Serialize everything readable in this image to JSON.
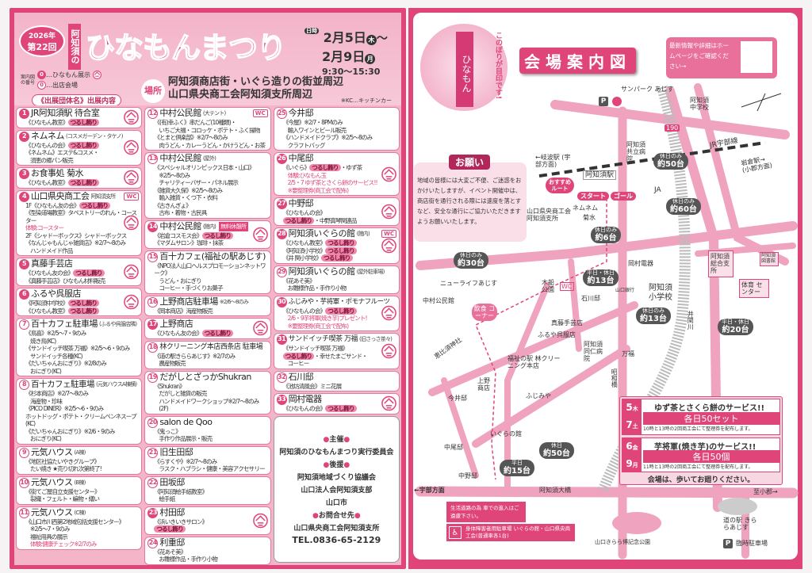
{
  "header": {
    "edition_year": "2026年",
    "edition": "第22回",
    "place_prefix": "阿知須の",
    "title": "ひなもんまつり",
    "date_label": "日時",
    "date_line1": "2月5日",
    "dow1": "木",
    "tilde": "～",
    "date_line2": "2月9日",
    "dow2": "月",
    "time": "9:30～15:30",
    "venue_label": "場所",
    "venue1": "阿知須商店街・いぐら造りの街並周辺",
    "venue2": "山口県央商工会阿知須支所周辺",
    "kc_note": "※KC…キッチンカー",
    "legend_label": "案内図の番号",
    "legend_num": "0",
    "legend_exhibit": "…ひなもん展示",
    "legend_shop": "…出店会場",
    "list_heading": "《出展団体名》出展内容"
  },
  "tag": "つるし飾り",
  "columns": [
    [
      {
        "num": "1",
        "name": "JR阿知須駅 待合室",
        "hina": true,
        "lines": [
          {
            "text": "《ひなもん教室》",
            "tag": "つるし飾り"
          }
        ]
      },
      {
        "num": "2",
        "name": "ネムネム",
        "sub": "(コスメガーデン・タケノ)",
        "hina": true,
        "lines": [
          {
            "text": "《ひなもんの会》",
            "tag": "つるし飾り"
          },
          {
            "text": "《ネムネム》エステ&コスメ・"
          },
          {
            "text": "須恵の郷パン販売",
            "ind": true
          }
        ]
      },
      {
        "num": "3",
        "name": "お食事処 菊水",
        "hina": true,
        "lines": [
          {
            "text": "《ひなもん教室》",
            "tag": "つるし飾り"
          }
        ]
      },
      {
        "num": "4",
        "name": "山口県央商工会",
        "sub": "阿知須支所",
        "wc": "WC",
        "hina": true,
        "lines": [
          {
            "text": "1F《ひなもん友の会》",
            "tag": "つるし飾り"
          },
          {
            "text": "《型染道場教室》タペストリーのれん・コースター"
          },
          {
            "text": "体験:コースター",
            "red": true
          },
          {
            "text": "2F《シャドーボックス》シャドーボックス"
          },
          {
            "text": "《なんじゃもんじゃ雑貨店》※2/7～8のみ"
          },
          {
            "text": "ハンドメイド作品",
            "ind": true
          }
        ]
      },
      {
        "num": "5",
        "name": "真藤手芸店",
        "hina": true,
        "lines": [
          {
            "text": "《ひなもん友の会》",
            "tag": "つるし飾り"
          },
          {
            "text": "《真藤手芸店》ひなもん材料販売"
          }
        ]
      },
      {
        "num": "6",
        "name": "ふるや呉服店",
        "hina": true,
        "lines": [
          {
            "text": "《阿知須中学校》",
            "tag": "つるし飾り"
          },
          {
            "text": "《ひなもん教室》",
            "tag": "つるし飾り"
          }
        ]
      },
      {
        "num": "7",
        "name": "百十カフェ駐車場",
        "sub": "(ふるや呉服店隣)",
        "lines": [
          {
            "text": "《鳥喜》※2/5～7・9のみ"
          },
          {
            "text": "焼き鳥(KC)",
            "ind": true
          },
          {
            "text": "《サンドイッチ喫茶 万福》※2/5～6・9のみ"
          },
          {
            "text": "サンドイッチ各種(KC)",
            "ind": true
          },
          {
            "text": "《だいちゃんおにぎり》※2/8のみ"
          },
          {
            "text": "おにぎり(KC)",
            "ind": true
          }
        ]
      },
      {
        "num": "8",
        "name": "百十カフェ駐車場",
        "sub": "(元気ハウスA棟横)",
        "lines": [
          {
            "text": "《杉本商店》※2/7～8のみ"
          },
          {
            "text": "海産物・珍味",
            "ind": true
          },
          {
            "text": "《PICO DINER》※2/5～6・9のみ"
          },
          {
            "text": "ホットドッグ・ポテト・クリームペンネスープ(KC)"
          },
          {
            "text": "《だいちゃんおにぎり》※2/6・9のみ"
          },
          {
            "text": "おにぎり(KC)",
            "ind": true
          }
        ]
      },
      {
        "num": "9",
        "name": "元気ハウス",
        "sub": "(A棟)",
        "lines": [
          {
            "text": "《地区社協たいやきグループ》"
          },
          {
            "text": "たい焼き ★売り切れ次第終了!",
            "ind": true
          }
        ]
      },
      {
        "num": "10",
        "name": "元気ハウス",
        "sub": "(B棟)",
        "lines": [
          {
            "text": "《街てご屋自立支援センター》"
          },
          {
            "text": "裂織・フェルト・編物・繕い",
            "ind": true
          }
        ]
      },
      {
        "num": "11",
        "name": "元気ハウス",
        "sub": "(C棟)",
        "lines": [
          {
            "text": "《山口市川西第2地域包括支援センター》"
          },
          {
            "text": "※2/5～7・9のみ",
            "ind": true
          },
          {
            "text": "福祉用具の展示",
            "ind": true
          },
          {
            "text": "体験:健康チェック※2/7のみ",
            "red": true,
            "ind": true
          }
        ]
      }
    ],
    [
      {
        "num": "12",
        "name": "中村公民館",
        "sub": "(大テント)",
        "wc": "WC",
        "lines": [
          {
            "text": "《(有)幸ふく》串だんご(10種類)・"
          },
          {
            "text": "いちご大福・コロッケ・ポテト・ふく揚物",
            "ind": true
          },
          {
            "text": "《とまと倶楽部》※2/7～8のみ"
          },
          {
            "text": "肉うどん・カレーうどん・かけうどん・お茶",
            "ind": true
          }
        ]
      },
      {
        "num": "13",
        "name": "中村公民館",
        "sub": "(屋外)",
        "lines": [
          {
            "text": "《スペシャルオリンピックス日本・山口》"
          },
          {
            "text": "※2/5～8のみ",
            "ind": true
          },
          {
            "text": "チャリティーバザー・パネル展示",
            "ind": true
          },
          {
            "text": "《雑貨大久保》※2/5～8のみ"
          },
          {
            "text": "輸入雑貨・くつ下・衣料",
            "ind": true
          },
          {
            "text": "《古きんぎょ》"
          },
          {
            "text": "古布・着物・古民具",
            "ind": true
          }
        ]
      },
      {
        "num": "14",
        "name": "中村公民館",
        "sub": "(館内)",
        "badge": "無料休憩所",
        "hina": true,
        "lines": [
          {
            "text": "《岩倉コスモス会》",
            "tag": "つるし飾り"
          },
          {
            "text": "《マダムサロン》珈琲・抹茶"
          }
        ]
      },
      {
        "num": "15",
        "name": "百十カフェ(福祉の駅あじす)",
        "lines": [
          {
            "text": "《NPO法人山口ヘルスプロモーションネットワーク》"
          },
          {
            "text": "うどん・おにぎり",
            "ind": true
          },
          {
            "text": "コーヒー・手づくりお菓子",
            "ind": true
          }
        ]
      },
      {
        "num": "16",
        "name": "上野商店駐車場",
        "sub": "※2/6～8のみ",
        "lines": [
          {
            "text": "《岡本商店》海産物販売"
          }
        ]
      },
      {
        "num": "17",
        "name": "上野商店",
        "hina": true,
        "lines": [
          {
            "text": "《ひなもん友の会》",
            "tag": "つるし飾り"
          }
        ]
      },
      {
        "num": "18",
        "name": "林クリーニング本店西条店 駐車場",
        "lines": [
          {
            "text": "《道の駅きららあじす》※2/7のみ"
          },
          {
            "text": "農産物販売",
            "ind": true
          }
        ]
      },
      {
        "num": "19",
        "name": "だがしとざっかShukran",
        "lines": [
          {
            "text": "《Shukran》"
          },
          {
            "text": "だがしと雑貨の販売",
            "ind": true
          },
          {
            "text": "ハンドメイドワークショップ※2/7～8のみ(2F)",
            "ind": true
          }
        ]
      },
      {
        "num": "20",
        "name": "salon de Qoo",
        "lines": [
          {
            "text": "《鬼っこ》"
          },
          {
            "text": "手作り作品展示・販売",
            "ind": true
          }
        ]
      },
      {
        "num": "21",
        "name": "旧生田邸",
        "lines": [
          {
            "text": "《らすくや》※2/7～8のみ"
          },
          {
            "text": "ラスク・ハブラシ・健康・美容アクセサリー",
            "ind": true
          }
        ]
      },
      {
        "num": "22",
        "name": "田坂邸",
        "lines": [
          {
            "text": "《阿知須絵手紙教室》"
          },
          {
            "text": "絵手紙",
            "ind": true
          }
        ]
      },
      {
        "num": "23",
        "name": "村田邸",
        "hina": true,
        "lines": [
          {
            "text": "《浜いきいきサロン》"
          },
          {
            "text": "",
            "tag": "つるし飾り"
          }
        ]
      },
      {
        "num": "24",
        "name": "利重邸",
        "lines": [
          {
            "text": "《花あそ美》"
          },
          {
            "text": "お雛様作品・手作り小物",
            "ind": true
          }
        ]
      }
    ],
    [
      {
        "num": "25",
        "name": "今井邸",
        "lines": [
          {
            "text": "《今屋》※2/7・8PMのみ"
          },
          {
            "text": "輸入ワインとビール販売",
            "ind": true
          },
          {
            "text": "《ハンドメイドクラブ》※2/5～8のみ"
          },
          {
            "text": "クラフトバッグ",
            "ind": true
          }
        ]
      },
      {
        "num": "26",
        "name": "中尾邸",
        "hina": true,
        "lines": [
          {
            "text": "《いぐら》",
            "tag": "つるし飾り",
            "after": "・ゆず茶"
          },
          {
            "text": "体験:ひなもん玉",
            "red": true,
            "ind": true
          },
          {
            "text": "2/5・7 ゆず茶とさくら餅のサービス!!",
            "red": true,
            "ind": true
          },
          {
            "text": "※要整理券(商工会で配布)",
            "red": true,
            "ind": true
          }
        ]
      },
      {
        "num": "27",
        "name": "中野邸",
        "hina": true,
        "lines": [
          {
            "text": "《ひなもんの会》"
          },
          {
            "text": "",
            "tag": "つるし飾り",
            "after": "・中野真琴関連品"
          }
        ]
      },
      {
        "num": "28",
        "name": "阿知須いぐらの館",
        "sub": "(館内)",
        "wc": "WC",
        "hina": true,
        "lines": [
          {
            "text": "《ひなもん教室》",
            "tag": "つるし飾り"
          },
          {
            "text": "《阿知須小学校》",
            "tag": "つるし飾り"
          },
          {
            "text": "《井 関小学校》",
            "tag": "つるし飾り"
          }
        ]
      },
      {
        "num": "29",
        "name": "阿知須いぐらの館",
        "sub": "(屋外駐車場)",
        "lines": [
          {
            "text": "《花あそ美》"
          },
          {
            "text": "お雛様作品・手作り小物",
            "ind": true
          }
        ]
      },
      {
        "num": "30",
        "name": "ふじみや・芋将軍・ポモナフルーツ",
        "hina": true,
        "lines": [
          {
            "text": "《ひなもんの会》",
            "tag": "つるし飾り"
          },
          {
            "text": "2/6・9芋将軍(焼き芋)プレゼント!",
            "red": true,
            "ind": true
          },
          {
            "text": "※要整理券(商工会で配布)",
            "red": true,
            "ind": true
          }
        ]
      },
      {
        "num": "31",
        "name": "サンドイッチ喫茶 万福",
        "sub": "(旧さっさ茶々)",
        "hina": true,
        "lines": [
          {
            "text": "《サンドイッチ喫茶 万福》"
          },
          {
            "text": "",
            "tag": "つるし飾り",
            "after": "・幸せたまごサンド・"
          },
          {
            "text": "コーヒー",
            "ind": true
          }
        ]
      },
      {
        "num": "32",
        "name": "石川邸",
        "lines": [
          {
            "text": "《池坊清風会》ミニ花展"
          }
        ]
      },
      {
        "num": "33",
        "name": "岡村電器",
        "hina": true,
        "lines": [
          {
            "text": "《ひなもんの会》",
            "tag": "つるし飾り"
          }
        ]
      }
    ]
  ],
  "sponsor": {
    "host_label": "主催",
    "host": "阿知須のひなもんまつり実行委員会",
    "support_label": "後援",
    "support": [
      "阿知須地域づくり協議会",
      "山口法人会阿知須支部",
      "山口市"
    ],
    "contact_label": "お問合せ先",
    "contact": "山口県央商工会阿知須支所",
    "tel": "TEL.0836-65-2129"
  },
  "map": {
    "title": "会場案内図",
    "nobori_text": "ひなもん",
    "nobori_small": "阿知須の",
    "nobori_caption": "このぼりが目印です!",
    "qr_text": "最新情報や詳細はホームページをご確認ください→",
    "notice_title": "お願い",
    "notice_text": "地域の皆様には大変ご不便、ご迷惑をおかけいたしますが、イベント開催中は、商店街を通行される際には速度を落とすなど、安全な通行にご協力いただきますようお願いいたします。",
    "labels": {
      "sunpark": "サンパーク あじす",
      "jhs": "阿知須 中学校",
      "route190": "190",
      "hospital1": "阿知須 共立病院",
      "jr_line": "JR宇部線",
      "iwakura": "岩倉駅→ (小郡方面)",
      "kiwa": "←岐波駅 (宇部方面)",
      "station": "阿知須駅",
      "route": "おすすめ ルート",
      "start": "スタート",
      "goal": "ゴール",
      "nemu": "ネムネム",
      "kikusui": "菊水",
      "ja": "JA",
      "shokokai": "山口県央商工会 阿知須支所",
      "newlife": "ニューライフあじす",
      "nakamura": "中村公民館",
      "food": "飲食 コーナー",
      "okamura": "岡村電器",
      "kifune": "木船 公園",
      "es": "阿知須 小学校",
      "ishikawa": "石川邸",
      "bank": "山口銀行",
      "shindo": "真藤手芸店",
      "furuya": "ふるや呉服店",
      "hospital2": "阿知須 同仁病院",
      "manpuku": "万福",
      "fukushi": "福祉の駅 林クリーニング本店",
      "ueno": "上野 商店",
      "imai": "今井邸",
      "fujimiya": "ふじみや",
      "igura": "いぐらの館",
      "nakao": "中尾邸",
      "nakano": "中野邸",
      "ube": "←宇部方面",
      "bridge": "阿知須大橋",
      "ogori": "至小郡→",
      "kirara_park": "山口きらら博記念公園",
      "michinoeki": "道の駅 きららあじす",
      "temp_parking": "臨時駐車場",
      "branch": "阿知須 総合支所",
      "library": "阿知須 図書館",
      "gym": "体育 センター",
      "river": "井関川",
      "showa": "昭和橋",
      "ebisu": "恵比須神社",
      "wc": "WC",
      "P": "P"
    },
    "parking": {
      "p50": [
        "休日のみ",
        "約50台"
      ],
      "p60": [
        "休日のみ",
        "約60台"
      ],
      "p6": [
        "休日のみ",
        "約6台"
      ],
      "p30": [
        "休日のみ",
        "約30台"
      ],
      "p13a": [
        "平日・休日",
        "約13台"
      ],
      "p13b": [
        "休日のみ",
        "約13台"
      ],
      "p20": [
        "平日・休日",
        "約20台"
      ],
      "p50b": [
        "休日",
        "約50台"
      ],
      "p15": [
        "平日",
        "約15台"
      ]
    },
    "warning": "生活道路の為 車での進入はご遠慮下さい。",
    "accessible": "身体障害者用駐車場 いぐらの館・山口県央商工会(普通車各1台)",
    "event1": {
      "d1": "5",
      "w1": "木",
      "d2": "7",
      "w2": "土",
      "title": "ゆず茶とさくら餅のサービス!!",
      "qty": "各日50セット",
      "note": "10時と13時の2回商工会にて整理券を配布します。"
    },
    "event2": {
      "d1": "6",
      "w1": "金",
      "d2": "9",
      "w2": "月",
      "title": "芋将軍(焼き芋)のサービス!!",
      "qty": "各日50個",
      "note": "11時と13時の2回商工会にて整理券を配布します。"
    },
    "walk_note": "会場は、歩いてお廻りください。"
  },
  "colors": {
    "accent": "#e0457a",
    "road": "#f0a3bf",
    "light": "#f4b5c9"
  }
}
